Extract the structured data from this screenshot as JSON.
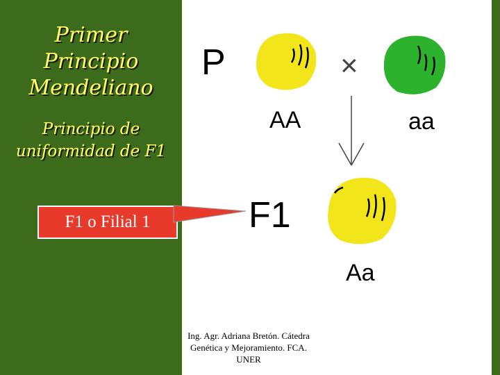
{
  "slide": {
    "title_lines": [
      "Primer",
      "Principio",
      "Mendeliano"
    ],
    "subtitle_lines": [
      "Principio de",
      "uniformidad de F1"
    ],
    "filial_box": "F1 o Filial 1",
    "credit_lines": [
      "Ing. Agr. Adriana Bretón. Cátedra",
      "Genética y Mejoramiento. FCA.",
      "UNER"
    ]
  },
  "diagram": {
    "parent_label": "P",
    "cross_symbol": "×",
    "parent1_genotype": "AA",
    "parent2_genotype": "aa",
    "f1_label": "F1",
    "f1_genotype": "Aa"
  },
  "colors": {
    "background_green": "#3d6b1c",
    "title_yellow": "#ffff66",
    "pea_yellow": "#f2e61a",
    "pea_green": "#2db22d",
    "filial_red": "#e83a2a"
  },
  "icons": {
    "parent1": "yellow-pea-icon",
    "parent2": "green-pea-icon",
    "offspring": "yellow-pea-icon",
    "arrow": "down-arrow-icon"
  }
}
